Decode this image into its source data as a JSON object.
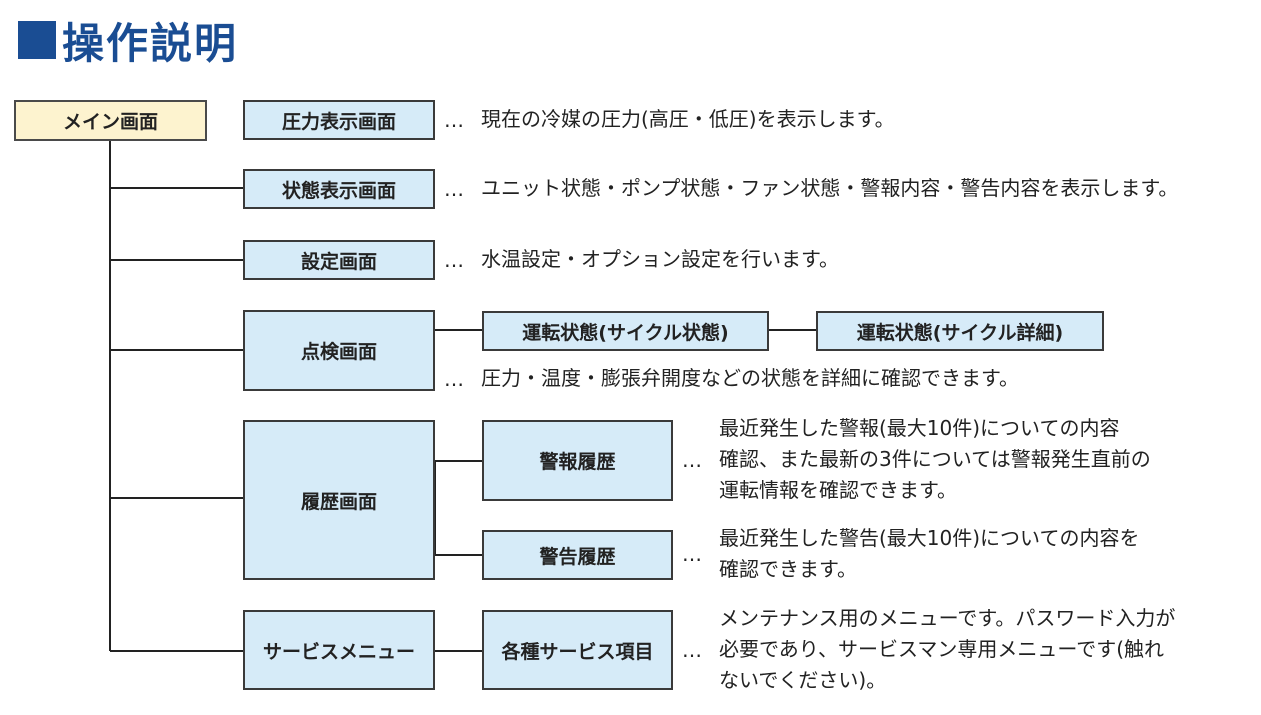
{
  "title": "■操作説明",
  "title_text": "操作説明",
  "colors": {
    "accent": "#1a4d93",
    "box_fill": "#d6ebf8",
    "main_fill": "#fdf3cf"
  },
  "nodes": {
    "main": "メイン画面",
    "pressure": "圧力表示画面",
    "status": "状態表示画面",
    "settings": "設定画面",
    "inspection": "点検画面",
    "op_cycle_state": "運転状態(サイクル状態)",
    "op_cycle_detail": "運転状態(サイクル詳細)",
    "history": "履歴画面",
    "alarm_history": "警報履歴",
    "warning_history": "警告履歴",
    "service_menu": "サービスメニュー",
    "service_items": "各種サービス項目"
  },
  "ellipsis": "…",
  "descriptions": {
    "pressure": "現在の冷媒の圧力(高圧・低圧)を表示します。",
    "status": "ユニット状態・ポンプ状態・ファン状態・警報内容・警告内容を表示します。",
    "settings": "水温設定・オプション設定を行います。",
    "inspection": "圧力・温度・膨張弁開度などの状態を詳細に確認できます。",
    "alarm_history": [
      "最近発生した警報(最大10件)についての内容",
      "確認、また最新の3件については警報発生直前の",
      "運転情報を確認できます。"
    ],
    "warning_history": [
      "最近発生した警告(最大10件)についての内容を",
      "確認できます。"
    ],
    "service_items": [
      "メンテナンス用のメニューです。パスワード入力が",
      "必要であり、サービスマン専用メニューです(触れ",
      "ないでください)。"
    ]
  }
}
